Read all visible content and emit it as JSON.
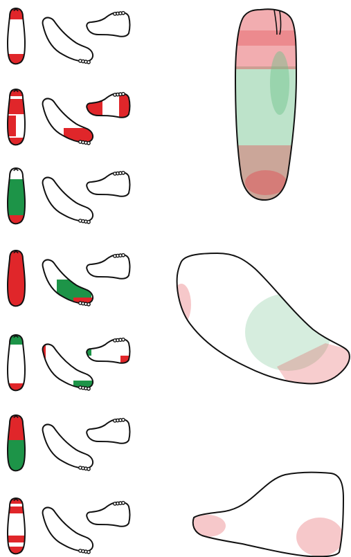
{
  "colors": {
    "outline": "#111111",
    "red": "#e0262a",
    "green": "#1d9448",
    "red_overlay": "#e24a4f",
    "green_overlay": "#6cc08a",
    "background": "#ffffff"
  },
  "rows": [
    {
      "id": "row-1",
      "sole": "red-heel-toes",
      "inner_side": "none",
      "outer_side": "none"
    },
    {
      "id": "row-2",
      "sole": "red-patches-arch",
      "inner_side": "red-forefoot",
      "outer_side": "red-heel-and-forefoot"
    },
    {
      "id": "row-3",
      "sole": "green-midfoot-red-heel",
      "inner_side": "none",
      "outer_side": "none"
    },
    {
      "id": "row-4",
      "sole": "red-full",
      "inner_side": "green-forefoot-red-toes",
      "outer_side": "none"
    },
    {
      "id": "row-5",
      "sole": "green-toes-red-heel",
      "inner_side": "green-toes-red-heel",
      "outer_side": "red-heel-green-toes"
    },
    {
      "id": "row-6",
      "sole": "red-forefoot-green-rearfoot",
      "inner_side": "none",
      "outer_side": "none"
    },
    {
      "id": "row-7",
      "sole": "red-patches-toes-heel",
      "inner_side": "none",
      "outer_side": "none"
    }
  ],
  "composite_views": {
    "sole": "overlay-red-green",
    "medial": "overlay-red-green",
    "lateral": "overlay-red"
  }
}
